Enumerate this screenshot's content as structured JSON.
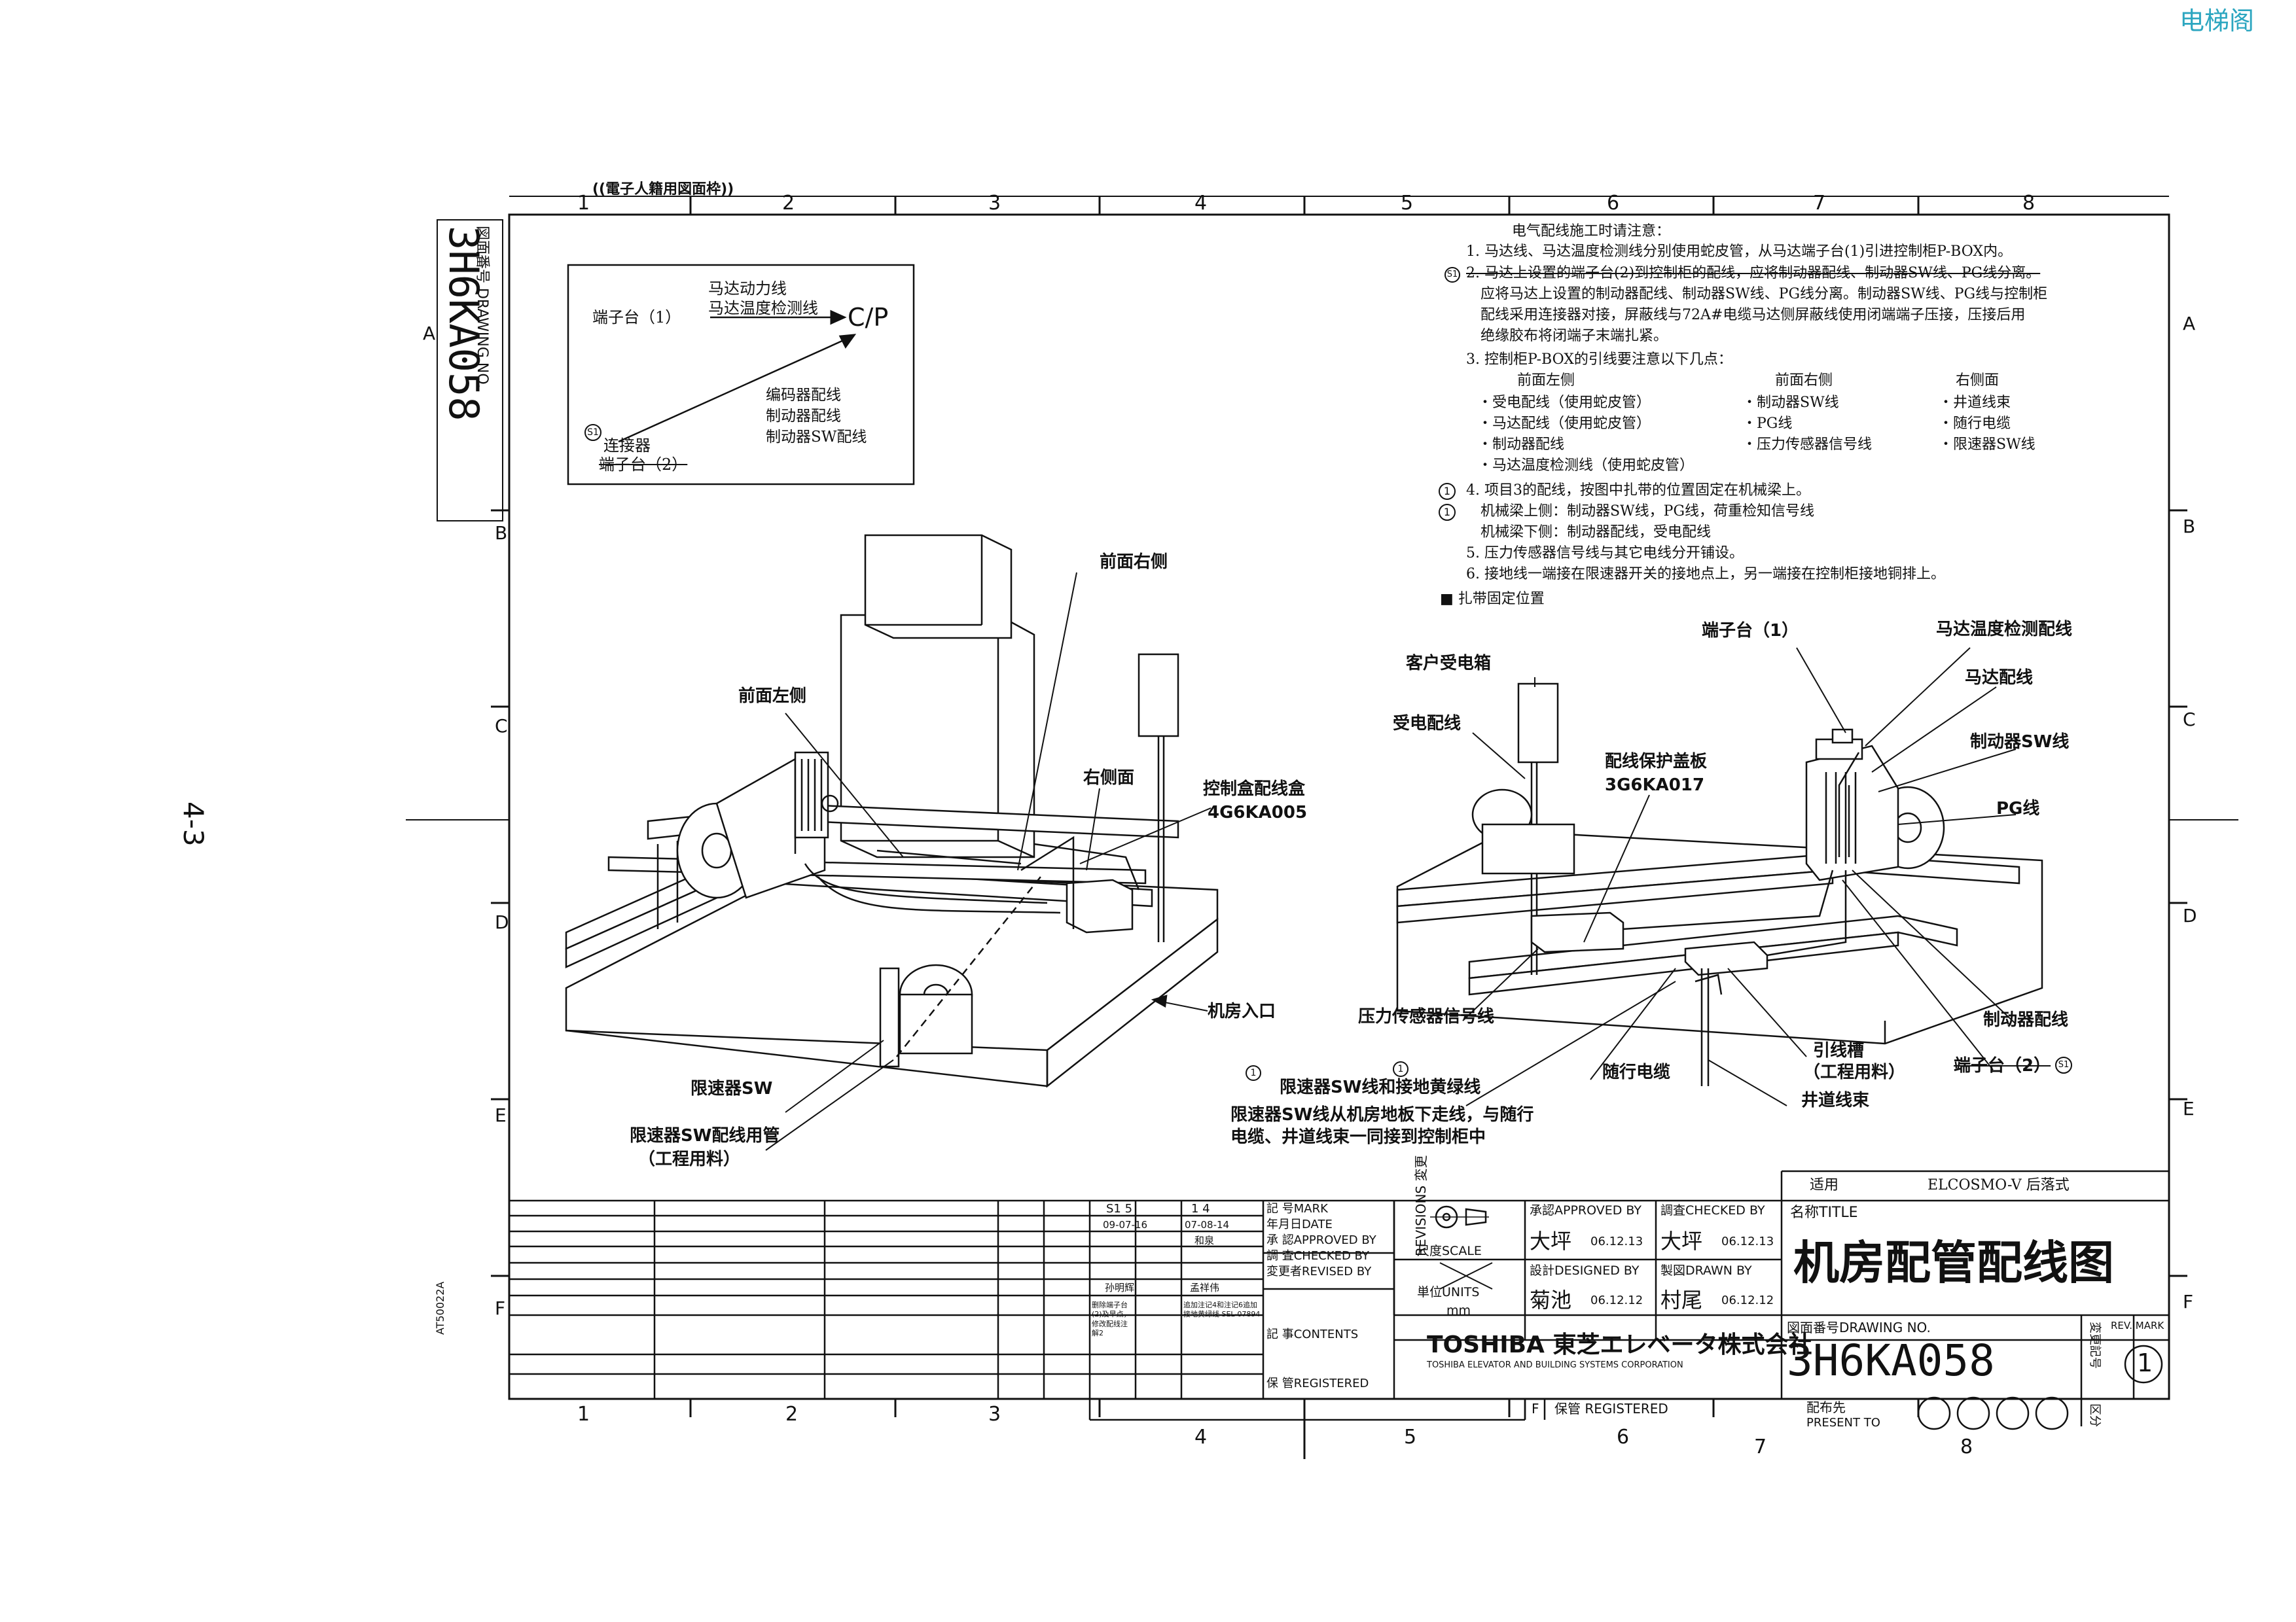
{
  "watermark": "电梯阁",
  "frame_header": "((電子人籍用図面枠))",
  "page_number": "4-3",
  "side_code": "AT50022A",
  "col_numbers_top": [
    "1",
    "2",
    "3",
    "4",
    "5",
    "6",
    "7",
    "8"
  ],
  "col_numbers_bottom": [
    "1",
    "2",
    "3",
    "4",
    "5",
    "6",
    "7",
    "8"
  ],
  "row_letters": [
    "A",
    "B",
    "C",
    "D",
    "E",
    "F"
  ],
  "drawing_box": {
    "label": "図面番号 DRAWING NO.",
    "number": "3H6KA058"
  },
  "schematic": {
    "power_line": "马达动力线",
    "temp_line": "马达温度检测线",
    "terminal1": "端子台（1）",
    "target": "C/P",
    "enc": "编码器配线",
    "brake": "制动器配线",
    "brake_sw": "制动器SW配线",
    "connector": "连接器",
    "terminal2": "端子台（2）",
    "rev_mark": "S1"
  },
  "notes": {
    "title": "电气配线施工时请注意：",
    "n1": "1. 马达线、马达温度检测线分别使用蛇皮管，从马达端子台(1)引进控制柜P-BOX内。",
    "n2_strike": "2. 马达上设置的端子台(2)到控制柜的配线，应将制动器配线、制动器SW线、PG线分离。",
    "n2a": "应将马达上设置的制动器配线、制动器SW线、PG线分离。制动器SW线、PG线与控制柜",
    "n2b": "配线采用连接器对接，屏蔽线与72A#电缆马达侧屏蔽线使用闭端端子压接，压接后用",
    "n2c": "绝缘胶布将闭端子末端扎紧。",
    "n3": "3. 控制柜P-BOX的引线要注意以下几点：",
    "col_front_left": "前面左侧",
    "col_front_right": "前面右侧",
    "col_right": "右侧面",
    "fl1": "・受电配线（使用蛇皮管）",
    "fl2": "・马达配线（使用蛇皮管）",
    "fl3": "・制动器配线",
    "fl4": "・马达温度检测线（使用蛇皮管）",
    "fr1": "・制动器SW线",
    "fr2": "・PG线",
    "fr3": "・压力传感器信号线",
    "r1": "・井道线束",
    "r2": "・随行电缆",
    "r3": "・限速器SW线",
    "n4": "4. 项目3的配线，按图中扎带的位置固定在机械梁上。",
    "n4a": "机械梁上侧：制动器SW线，PG线，荷重检知信号线",
    "n4b": "机械梁下侧：制动器配线，受电配线",
    "n5": "5. 压力传感器信号线与其它电线分开铺设。",
    "n6": "6. 接地线一端接在限速器开关的接地点上，另一端接在控制柜接地铜排上。",
    "n7": "■ 扎带固定位置"
  },
  "left_labels": {
    "front_right": "前面右侧",
    "front_left": "前面左侧",
    "right_side": "右侧面",
    "ctrl_box": "控制盒配线盒",
    "ctrl_box_no": "4G6KA005",
    "entrance": "机房入口",
    "governor_sw": "限速器SW",
    "governor_pipe": "限速器SW配线用管",
    "governor_pipe2": "（工程用料）"
  },
  "right_labels": {
    "customer_box": "客户受电箱",
    "power_wire": "受电配线",
    "cover": "配线保护盖板",
    "cover_no": "3G6KA017",
    "terminal1": "端子台（1）",
    "temp": "马达温度检测配线",
    "motor": "马达配线",
    "brake_sw": "制动器SW线",
    "pg": "PG线",
    "brake": "制动器配线",
    "terminal2": "端子台（2）",
    "pressure": "压力传感器信号线",
    "travel": "随行电缆",
    "duct": "引线槽",
    "duct2": "（工程用料）",
    "hoistway": "井道线束",
    "gov_ground": "限速器SW线和接地黄绿线",
    "gov_note1": "限速器SW线从机房地板下走线，与随行",
    "gov_note2": "电缆、井道线束一同接到控制柜中"
  },
  "title_block": {
    "applicable_label": "适用",
    "applicable": "ELCOSMO-V 后落式",
    "title_label": "名称TITLE",
    "title": "机房配管配线图",
    "approved_label": "承認APPROVED BY",
    "approved": "大坪",
    "approved_date": "06.12.13",
    "checked_label": "調査CHECKED BY",
    "checked": "大坪",
    "checked_date": "06.12.13",
    "designed_label": "設計DESIGNED BY",
    "designed": "菊池",
    "designed_date": "06.12.12",
    "drawn_label": "製図DRAWN BY",
    "drawn": "村尾",
    "drawn_date": "06.12.12",
    "scale_label": "尺度SCALE",
    "units_label": "単位UNITS",
    "units": "mm",
    "company": "TOSHIBA 東芝エレベータ株式会社",
    "company_en": "TOSHIBA ELEVATOR AND BUILDING SYSTEMS CORPORATION",
    "drawing_no_label": "図面番号DRAWING NO.",
    "drawing_no": "3H6KA058",
    "rev_mark_label": "REV. MARK",
    "rev_mark": "1",
    "rev_record_label": "変更記号",
    "present_label": "配布先",
    "present_to": "PRESENT TO",
    "division": "区分",
    "registered": "保管 REGISTERED",
    "f_letter": "F",
    "revisions": "REVISIONS 変更"
  },
  "revision_table": {
    "mark_label": "記 号MARK",
    "date_label": "年月日DATE",
    "approved_label": "承 認APPROVED BY",
    "checked_label": "調 査CHECKED BY",
    "revised_label": "変更者REVISED BY",
    "contents_label": "記 事CONTENTS",
    "registered_label": "保 管REGISTERED",
    "r5_mark": "S1 5",
    "r5_date": "09-07-16",
    "r5_revised": "孙明辉",
    "r5_content": "删除端子台(2)及早点，修改配线注解2",
    "r4_mark": "1 4",
    "r4_date": "07-08-14",
    "r4_approved": "和泉",
    "r4_revised": "孟祥伟",
    "r4_content": "追加注记4和注记6追加接地黄绿线 SEL-07894"
  }
}
